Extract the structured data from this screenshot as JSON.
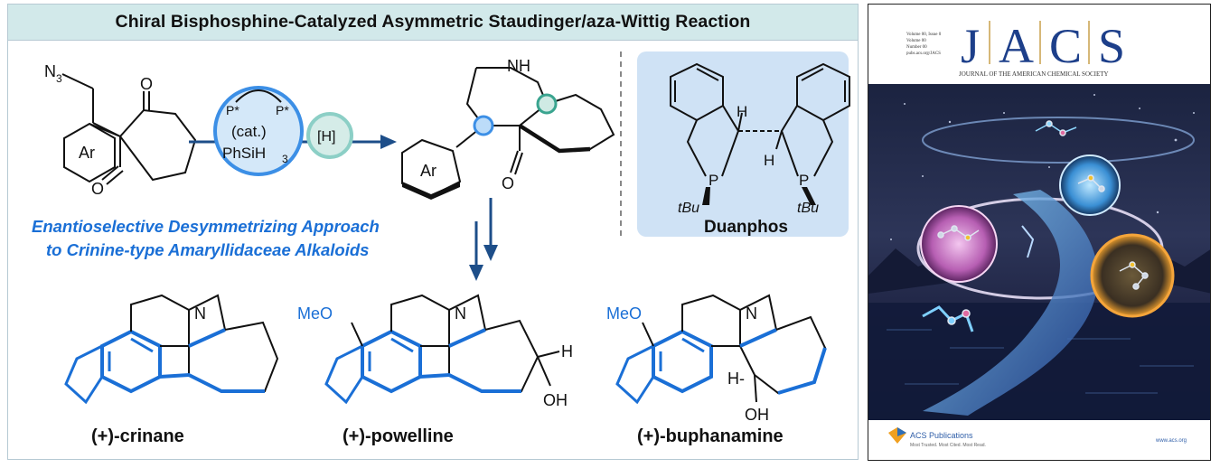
{
  "toc": {
    "title": "Chiral Bisphosphine-Catalyzed Asymmetric Staudinger/aza-Wittig Reaction",
    "substrate": {
      "azide_label": "N",
      "azide_sub": "3",
      "aryl_label": "Ar",
      "oxygen": "O"
    },
    "catalyst": {
      "p1": "P*",
      "p2": "P*",
      "cat": "(cat.)",
      "silane": "PhSiH",
      "silane_sub": "3",
      "reductant": "[H]"
    },
    "product": {
      "nh": "NH",
      "aryl": "Ar",
      "oxygen": "O"
    },
    "ligand": {
      "h1": "H",
      "h2": "H",
      "p_left": "P",
      "p_right": "P",
      "tbu_left": "tBu",
      "tbu_right": "tBu",
      "name": "Duanphos"
    },
    "approach_line1": "Enantioselective Desymmetrizing Approach",
    "approach_line2": "to Crinine-type Amaryllidaceae Alkaloids",
    "alkaloids": [
      {
        "name": "(+)-crinane",
        "n": "N"
      },
      {
        "name": "(+)-powelline",
        "n": "N",
        "meo": "MeO",
        "h": "H",
        "oh": "OH"
      },
      {
        "name": "(+)-buphanamine",
        "n": "N",
        "meo": "MeO",
        "h": "H-",
        "oh": "OH"
      }
    ],
    "colors": {
      "accent_blue": "#1a6fd6",
      "header_bg": "#d2e9ea",
      "ligand_box": "#cfe2f5",
      "teal": "#8ccfc6"
    }
  },
  "cover": {
    "issue_lines": [
      "Volume 00, Issue 0",
      "Volume 00",
      "Number 00",
      "pubs.acs.org/JACS"
    ],
    "letters": [
      "J",
      "A",
      "C",
      "S"
    ],
    "journal_name": "JOURNAL OF THE AMERICAN CHEMICAL SOCIETY",
    "publisher": "ACS Publications",
    "publisher_tagline": "Most Trusted. Most Cited. Most Read.",
    "url": "www.acs.org"
  }
}
